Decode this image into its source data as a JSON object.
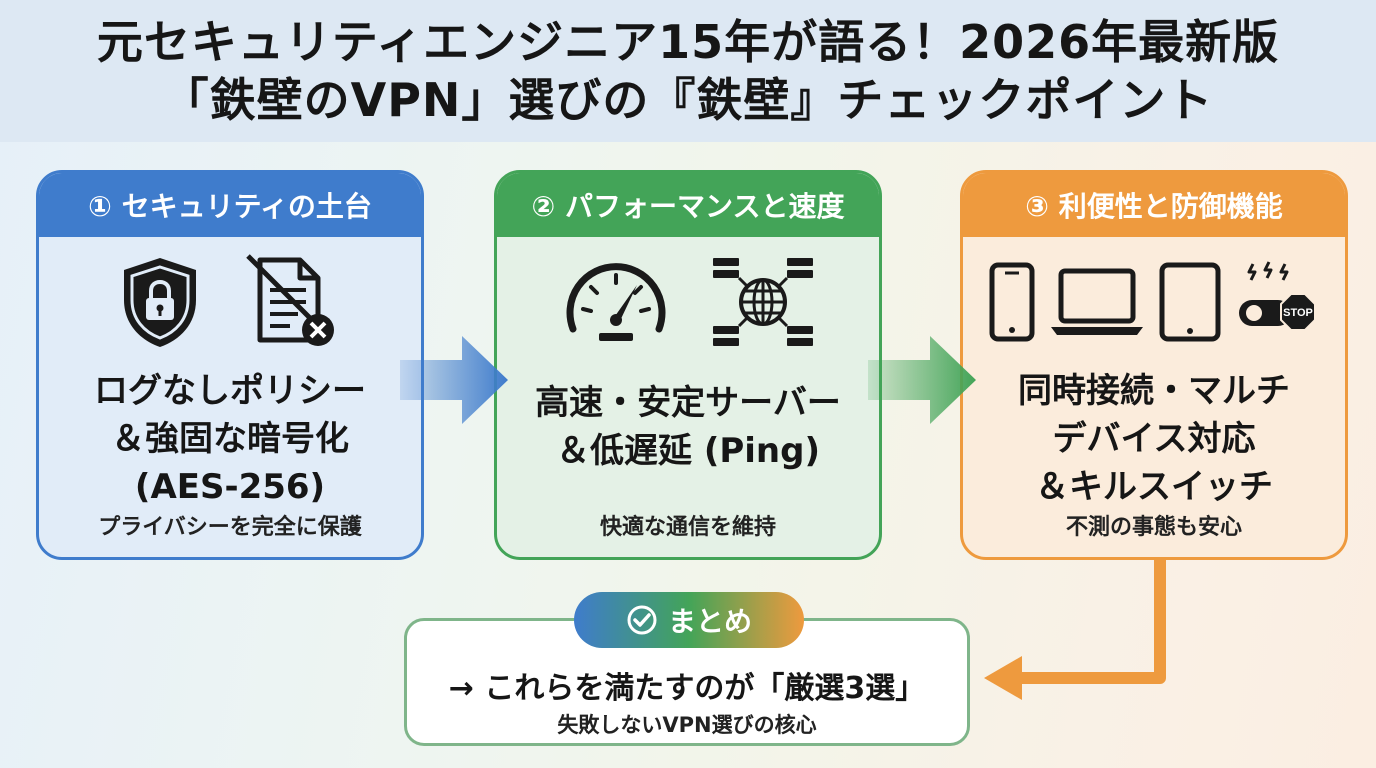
{
  "title": {
    "line1": "元セキュリティエンジニア15年が語る！2026年最新版",
    "line2": "「鉄壁のVPN」選びの『鉄壁』チェックポイント"
  },
  "cards": [
    {
      "header": "① セキュリティの土台",
      "main": "ログなしポリシー\n＆強固な暗号化\n(AES-256)",
      "sub": "プライバシーを完全に保護",
      "icons": [
        "shield-lock-icon",
        "no-log-document-icon"
      ],
      "color": "#3f7ccc"
    },
    {
      "header": "② パフォーマンスと速度",
      "main": "高速・安定サーバー\n＆低遅延 (Ping)",
      "sub": "快適な通信を維持",
      "icons": [
        "speedometer-icon",
        "global-server-network-icon"
      ],
      "color": "#43a458"
    },
    {
      "header": "③ 利便性と防御機能",
      "main": "同時接続・マルチ\nデバイス対応\n＆キルスイッチ",
      "sub": "不測の事態も安心",
      "icons": [
        "smartphone-icon",
        "laptop-icon",
        "tablet-icon",
        "kill-switch-icon"
      ],
      "color": "#ee9a3e",
      "stop_label": "STOP"
    }
  ],
  "summary": {
    "badge": "まとめ",
    "main": "→ これらを満たすのが「厳選3選」",
    "sub": "失敗しないVPN選びの核心"
  }
}
